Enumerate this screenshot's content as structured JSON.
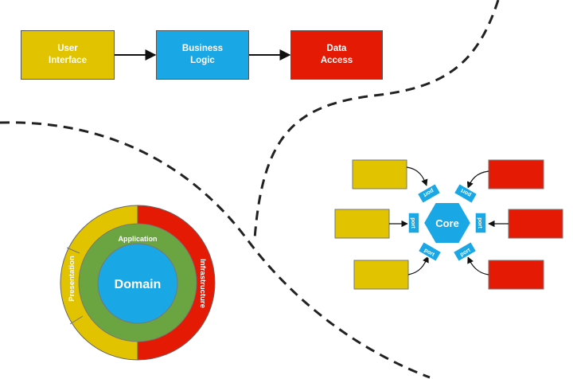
{
  "colors": {
    "yellow": "#e2c300",
    "blue": "#1aa7e6",
    "red": "#e51a05",
    "green": "#6ba542",
    "dash": "#222222",
    "arrow": "#111111"
  },
  "layered": {
    "boxes": [
      {
        "label": "User\nInterface"
      },
      {
        "label": "Business\nLogic"
      },
      {
        "label": "Data\nAccess"
      }
    ]
  },
  "onion": {
    "center_label": "Domain",
    "inner_ring_label": "Application",
    "left_label": "Presentation",
    "right_label": "Infrastructure"
  },
  "hexagonal": {
    "core_label": "Core",
    "port_label": "port"
  }
}
